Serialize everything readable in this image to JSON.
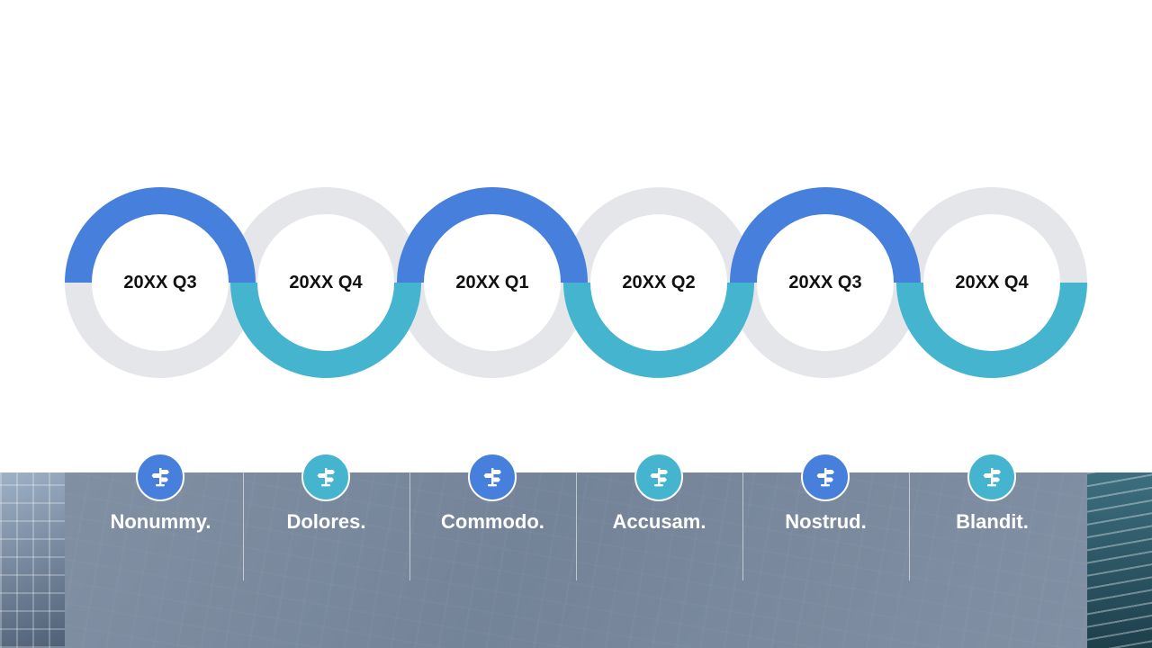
{
  "colors": {
    "blue": "#4680dc",
    "teal": "#44b4cf",
    "gray": "#e5e6ea"
  },
  "timeline": [
    {
      "label": "20XX Q3",
      "accent": "blue",
      "arc": "top"
    },
    {
      "label": "20XX Q4",
      "accent": "teal",
      "arc": "bottom"
    },
    {
      "label": "20XX Q1",
      "accent": "blue",
      "arc": "top"
    },
    {
      "label": "20XX Q2",
      "accent": "teal",
      "arc": "bottom"
    },
    {
      "label": "20XX Q3",
      "accent": "blue",
      "arc": "top"
    },
    {
      "label": "20XX Q4",
      "accent": "teal",
      "arc": "bottom"
    }
  ],
  "items": [
    {
      "title": "Nonummy.",
      "icon": "signpost-icon",
      "accent": "blue"
    },
    {
      "title": "Dolores.",
      "icon": "signpost-icon",
      "accent": "teal"
    },
    {
      "title": "Commodo.",
      "icon": "signpost-icon",
      "accent": "blue"
    },
    {
      "title": "Accusam.",
      "icon": "signpost-icon",
      "accent": "teal"
    },
    {
      "title": "Nostrud.",
      "icon": "signpost-icon",
      "accent": "blue"
    },
    {
      "title": "Blandit.",
      "icon": "signpost-icon",
      "accent": "teal"
    }
  ]
}
